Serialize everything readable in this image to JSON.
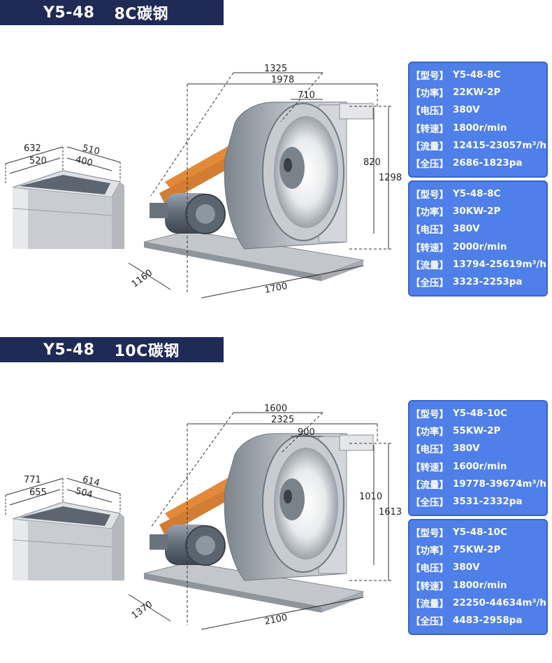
{
  "sections": [
    {
      "title_model": "Y5-48",
      "title_size": "8C碳钢",
      "outlet_dims": {
        "top_outer": "632",
        "top_inner": "520",
        "side_outer": "510",
        "side_inner": "400"
      },
      "fan_dims": {
        "d1325": "1325",
        "d1978": "1978",
        "d710": "710",
        "d820": "820",
        "d1298": "1298",
        "d1160": "1160",
        "d1700": "1700"
      },
      "spec_cards": [
        {
          "rows": [
            {
              "key": "【型号】",
              "value": "Y5-48-8C"
            },
            {
              "key": "【功率】",
              "value": "22KW-2P"
            },
            {
              "key": "【电压】",
              "value": "380V"
            },
            {
              "key": "【转速】",
              "value": "1800r/min"
            },
            {
              "key": "【流量】",
              "value": "12415-23057m³/h"
            },
            {
              "key": "【全压】",
              "value": "2686-1823pa"
            }
          ]
        },
        {
          "rows": [
            {
              "key": "【型号】",
              "value": "Y5-48-8C"
            },
            {
              "key": "【功率】",
              "value": "30KW-2P"
            },
            {
              "key": "【电压】",
              "value": "380V"
            },
            {
              "key": "【转速】",
              "value": "2000r/min"
            },
            {
              "key": "【流量】",
              "value": "13794-25619m³/h"
            },
            {
              "key": "【全压】",
              "value": "3323-2253pa"
            }
          ]
        }
      ]
    },
    {
      "title_model": "Y5-48",
      "title_size": "10C碳钢",
      "outlet_dims": {
        "top_outer": "771",
        "top_inner": "655",
        "side_outer": "614",
        "side_inner": "504"
      },
      "fan_dims": {
        "d1325": "1600",
        "d1978": "2325",
        "d710": "900",
        "d820": "1010",
        "d1298": "1613",
        "d1160": "1370",
        "d1700": "2100"
      },
      "spec_cards": [
        {
          "rows": [
            {
              "key": "【型号】",
              "value": "Y5-48-10C"
            },
            {
              "key": "【功率】",
              "value": "55KW-2P"
            },
            {
              "key": "【电压】",
              "value": "380V"
            },
            {
              "key": "【转速】",
              "value": "1600r/min"
            },
            {
              "key": "【流量】",
              "value": "19778-39674m³/h"
            },
            {
              "key": "【全压】",
              "value": "3531-2332pa"
            }
          ]
        },
        {
          "rows": [
            {
              "key": "【型号】",
              "value": "Y5-48-10C"
            },
            {
              "key": "【功率】",
              "value": "75KW-2P"
            },
            {
              "key": "【电压】",
              "value": "380V"
            },
            {
              "key": "【转速】",
              "value": "1800r/min"
            },
            {
              "key": "【流量】",
              "value": "22250-44634m³/h"
            },
            {
              "key": "【全压】",
              "value": "4483-2958pa"
            }
          ]
        }
      ]
    }
  ]
}
